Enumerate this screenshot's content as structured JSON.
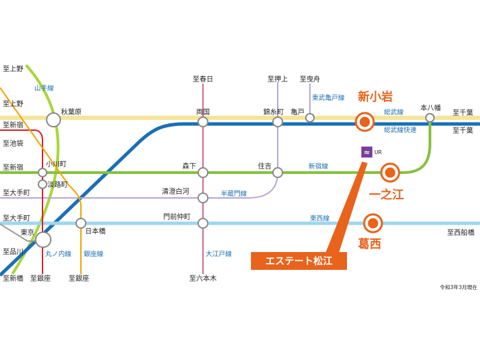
{
  "colors": {
    "yamanote": "#a8d63a",
    "sobu": "#f5e49a",
    "sobu_rapid": "#1b6fb4",
    "shinjuku": "#86c141",
    "hanzomon": "#b7a5d6",
    "tozai": "#9fd6ef",
    "oedo": "#d36b93",
    "marunouchi": "#d8202a",
    "ginza": "#f0a500",
    "hanzomon_mid": "#9e9a9a",
    "accent": "#e8631c"
  },
  "stations": {
    "akihabara": "秋葉原",
    "ryogoku": "両国",
    "kinshicho": "錦糸町",
    "kameido": "亀戸",
    "shin_koiwa": "新小岩",
    "motoyawata": "本八幡",
    "ogawamachi": "小川町",
    "awajicho": "淡路町",
    "morishita": "森下",
    "sumiyoshi": "住吉",
    "ichinoe": "一之江",
    "kiyosumi": "清澄白河",
    "nihombashi": "日本橋",
    "monzen": "門前仲町",
    "tokyo": "東京",
    "kasai": "葛西"
  },
  "destinations": {
    "ueno_1": "至上野",
    "ueno_2": "至上野",
    "shinjuku_1": "至新宿",
    "ikebukuro": "至池袋",
    "shinjuku_2": "至新宿",
    "otemachi_1": "至大手町",
    "otemachi_2": "至大手町",
    "shinagawa": "至品川",
    "shimbashi": "至新橋",
    "ginza_1": "至銀座",
    "ginza_2": "至銀座",
    "kasuga": "至春日",
    "oshiage": "至押上",
    "hikifune": "至曳舟",
    "chiba_1": "至千葉",
    "chiba_2": "至千葉",
    "nishi_funabashi": "至西船橋",
    "roppongi": "至六本木"
  },
  "lines": {
    "yamanote": "山手線",
    "tobu_kameido": "東武亀戸線",
    "sobu": "総武線",
    "sobu_rapid": "総武線快速",
    "shinjuku": "新宿線",
    "hanzomon": "半蔵門線",
    "tozai": "東西線",
    "marunouchi": "丸ノ内線",
    "ginza": "銀座線",
    "oedo": "大江戸線"
  },
  "property": {
    "name": "エステート松江",
    "logo_text": "UR"
  },
  "note": "令和3年3月現在"
}
